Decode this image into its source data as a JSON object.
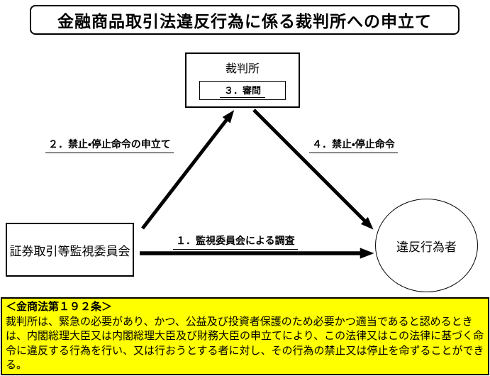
{
  "title": "金融商品取引法違反行為に係る裁判所への申立て",
  "nodes": {
    "court": {
      "label": "裁判所",
      "step": "３．審問"
    },
    "sesc": {
      "label": "証券取引等監視委員会"
    },
    "violator": {
      "label": "違反行為者"
    }
  },
  "arrows": {
    "investigation": {
      "label": "１．監視委員会による調査"
    },
    "petition": {
      "label": "２．禁止・停止命令の申立て"
    },
    "order": {
      "label": "４．禁止・停止命令"
    }
  },
  "note": {
    "heading": "＜金商法第１９２条＞",
    "body": "裁判所は、緊急の必要があり、かつ、公益及び投資者保護のため必要かつ適当であると認めるときは、内閣総理大臣又は内閣総理大臣及び財務大臣の申立てにより、この法律又はこの法律に基づく命令に違反する行為を行い、又は行おうとする者に対し、その行為の禁止又は停止を命ずることができる。",
    "background_color": "#FFFF00",
    "border_color": "#000000"
  },
  "colors": {
    "line": "#000000",
    "background": "#FFFFFF"
  }
}
